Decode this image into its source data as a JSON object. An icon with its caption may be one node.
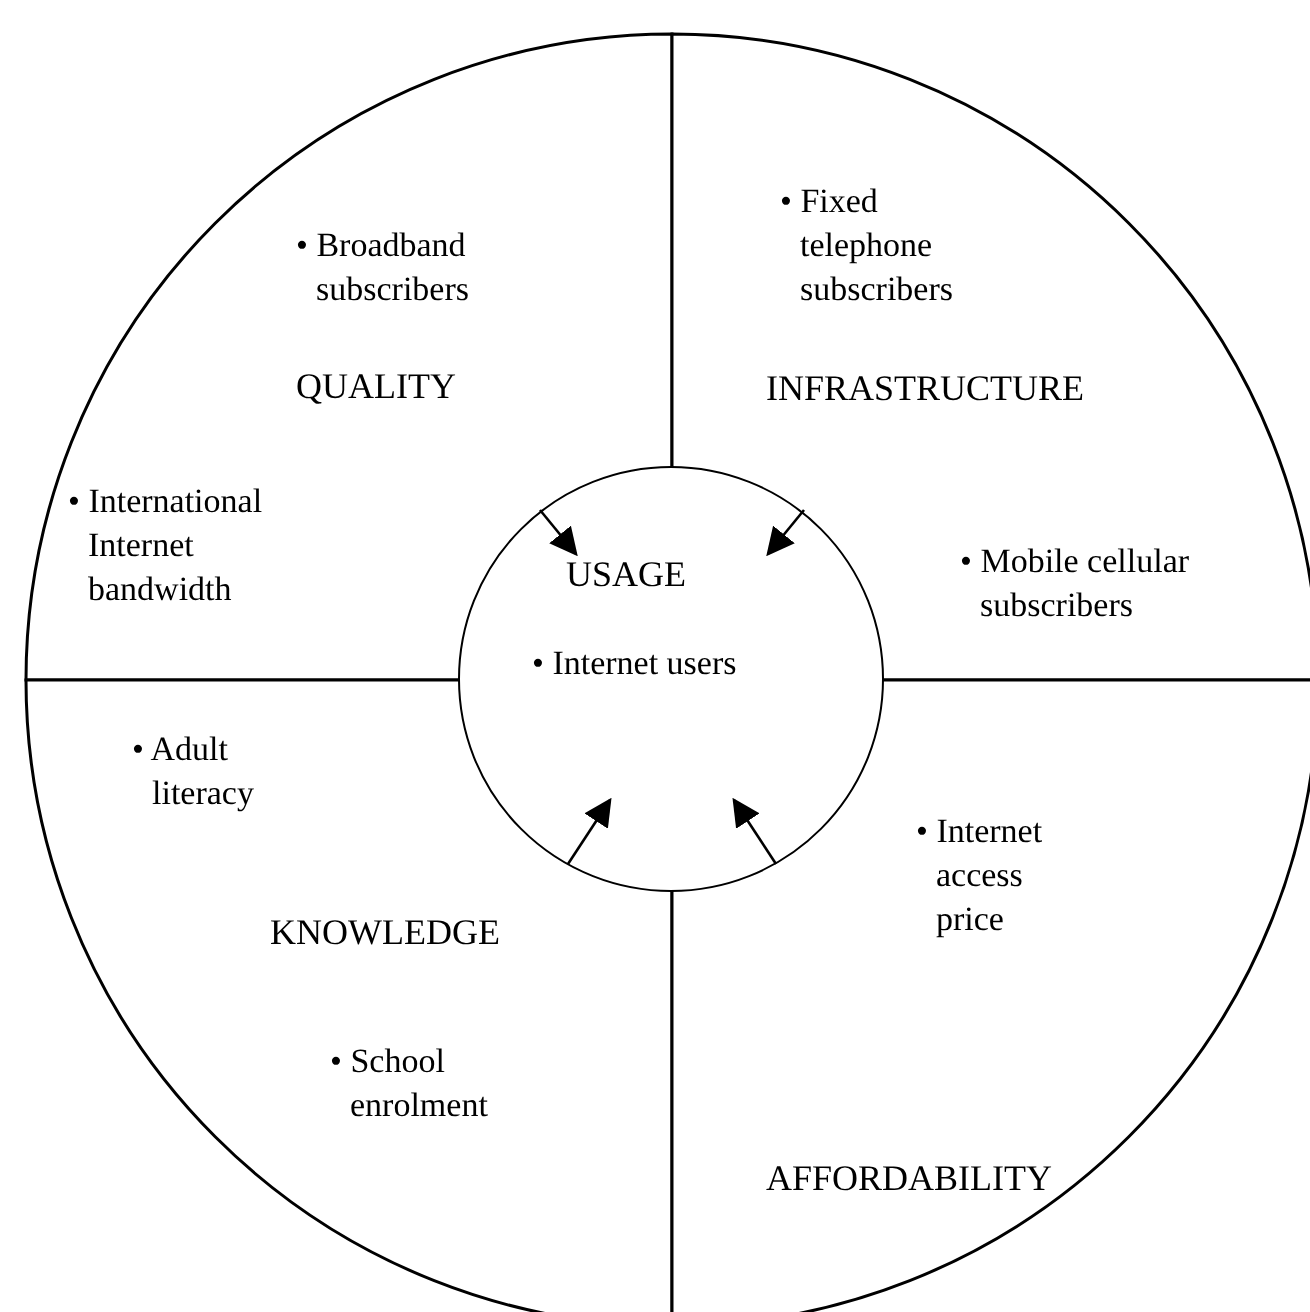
{
  "diagram": {
    "nodes": [
      {
        "text": [
          "• Broadband subscribers",
          "QUALITY",
          "• International Internet bandwidth"
        ]
      },
      {
        "text": [
          "• Fixed telephone subscribers",
          "INFRASTRUCTURE",
          "• Mobile cellular subscribers"
        ]
      },
      {
        "text": [
          "USAGE",
          "• Internet users"
        ]
      },
      {
        "text": [
          "• Adult literacy",
          "KNOWLEDGE",
          "• School enrolment"
        ]
      },
      {
        "text": [
          "• Internet access price",
          "AFFORDABILITY"
        ]
      }
    ],
    "edges": [
      {
        "from": 0,
        "to": 2,
        "arrow": "to"
      },
      {
        "from": 1,
        "to": 2,
        "arrow": "to"
      },
      {
        "from": 3,
        "to": 2,
        "arrow": "to"
      },
      {
        "from": 4,
        "to": 2,
        "arrow": "to"
      }
    ]
  }
}
